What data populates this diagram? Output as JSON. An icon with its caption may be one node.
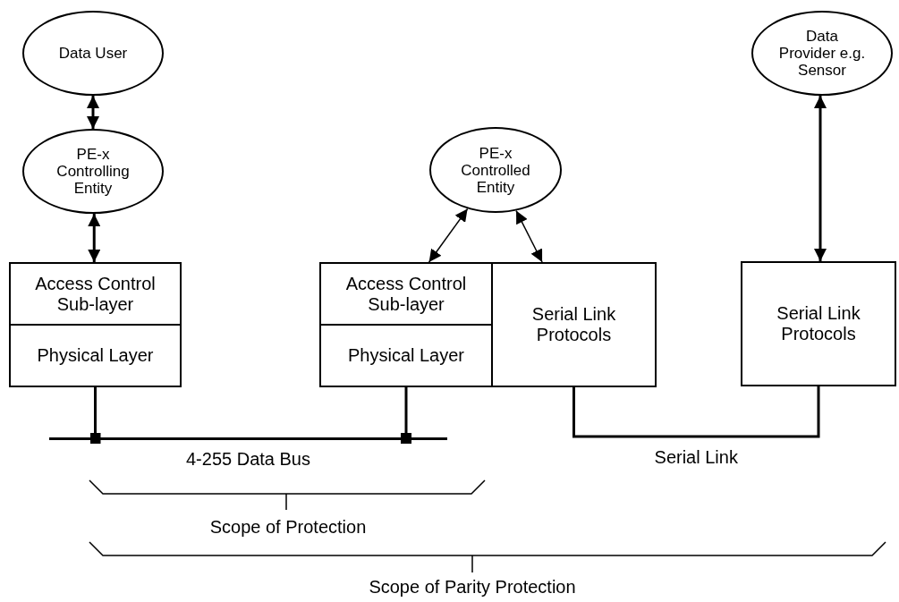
{
  "diagram": {
    "nodes": [
      {
        "text": [
          "Data User"
        ]
      },
      {
        "text": [
          "PE-x Controlling Entity"
        ]
      },
      {
        "text": [
          "Access Control Sub-layer"
        ]
      },
      {
        "text": [
          "Physical Layer"
        ]
      },
      {
        "text": [
          "PE-x Controlled Entity"
        ]
      },
      {
        "text": [
          "Access Control Sub-layer"
        ]
      },
      {
        "text": [
          "Physical Layer"
        ]
      },
      {
        "text": [
          "Serial Link Protocols"
        ]
      },
      {
        "text": [
          "Data Provider e.g. Sensor"
        ]
      },
      {
        "text": [
          "Serial Link Protocols"
        ]
      },
      {
        "text": [
          "4-255 Data Bus"
        ]
      }
    ],
    "edges": [
      {
        "from": 0,
        "to": 1,
        "arrow": "both"
      },
      {
        "from": 1,
        "to": 2,
        "arrow": "both"
      },
      {
        "from": 4,
        "to": 5,
        "arrow": "both"
      },
      {
        "from": 4,
        "to": 7,
        "arrow": "both"
      },
      {
        "from": 8,
        "to": 9,
        "arrow": "both"
      },
      {
        "from": 3,
        "to": 10,
        "arrow": "other"
      },
      {
        "from": 6,
        "to": 10,
        "arrow": "other"
      },
      {
        "from": 7,
        "to": 9,
        "arrow": "none",
        "label": "Serial Link"
      }
    ],
    "labels": [
      "Scope of Protection",
      "Scope of Parity Protection"
    ]
  }
}
